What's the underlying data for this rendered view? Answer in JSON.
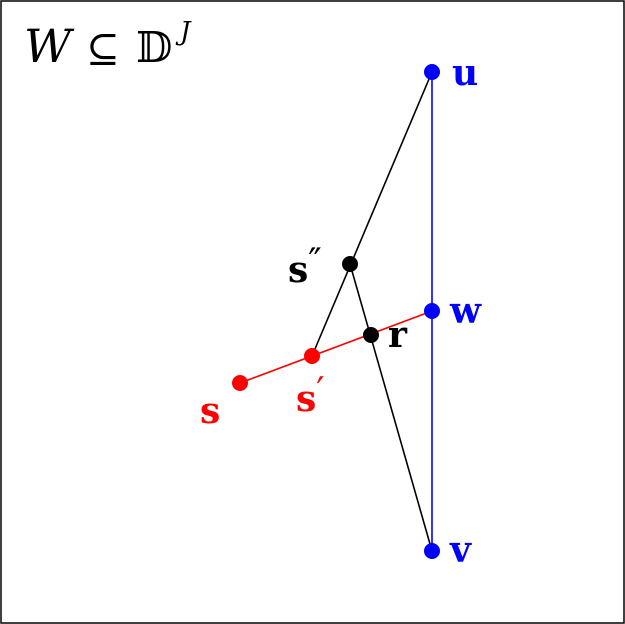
{
  "title": {
    "set": "W",
    "relation": "⊆",
    "space": "𝔻",
    "superscript": "J"
  },
  "colors": {
    "black": "#000000",
    "blue": "#0000ff",
    "red": "#ff0000"
  },
  "points": {
    "u": {
      "label": "u",
      "color": "blue"
    },
    "w": {
      "label": "w",
      "color": "blue"
    },
    "v": {
      "label": "v",
      "color": "blue"
    },
    "s": {
      "label": "s",
      "color": "red"
    },
    "s1": {
      "label": "s",
      "prime": "′",
      "color": "red"
    },
    "s2": {
      "label": "s",
      "prime": "″",
      "color": "black"
    },
    "r": {
      "label": "r",
      "color": "black"
    }
  }
}
